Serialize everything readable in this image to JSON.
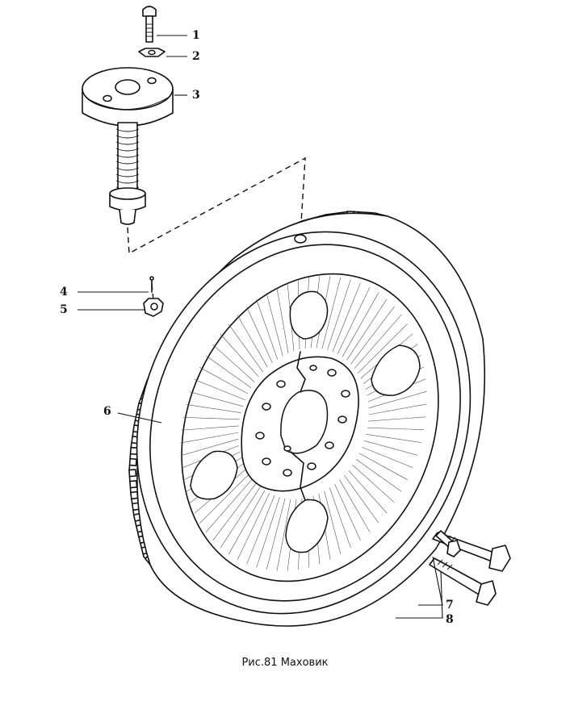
{
  "callouts": {
    "c1": "1",
    "c2": "2",
    "c3": "3",
    "c4": "4",
    "c5": "5",
    "c6": "6",
    "c7": "7",
    "c8": "8"
  },
  "caption": "Рис.81 Маховик"
}
